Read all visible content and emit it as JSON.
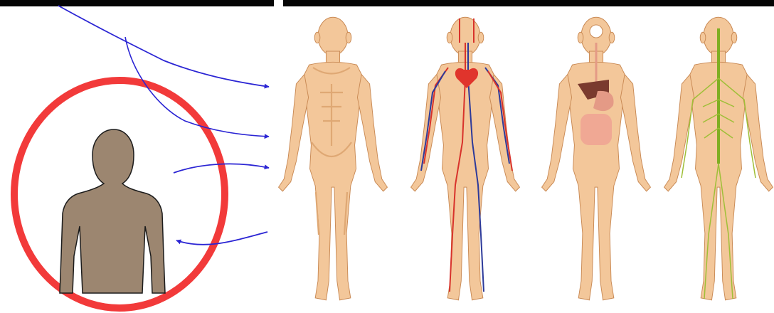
{
  "colors": {
    "background": "#ffffff",
    "top_bar": "#050505",
    "circle": "#f23a3a",
    "silhouette_fill": "#9c8670",
    "silhouette_stroke": "#1c1c1c",
    "arrow": "#2b25d4",
    "skin": "#f3c79a",
    "skin_shadow": "#dfa874",
    "skin_outline": "#c98a55",
    "artery": "#d8322b",
    "vein": "#2d3a9a",
    "heart": "#e0342c",
    "liver": "#7a3a2e",
    "stomach": "#e49a86",
    "intestine": "#f0a894",
    "brain": "#ffffff",
    "nerve": "#9fbf38",
    "spine": "#7fae22"
  },
  "diagram": {
    "left_panel": {
      "circle": "outline-ring",
      "silhouette": "person-silhouette-icon"
    },
    "arrows": [
      {
        "direction": "to-figure",
        "curve": "down-right"
      },
      {
        "direction": "to-figure",
        "curve": "down-right"
      },
      {
        "direction": "to-figure",
        "curve": "arc"
      },
      {
        "direction": "to-silhouette",
        "curve": "arc"
      }
    ],
    "figures": [
      {
        "system": "muscular",
        "icon": "muscular-system-figure"
      },
      {
        "system": "circulatory",
        "icon": "circulatory-system-figure"
      },
      {
        "system": "digestive",
        "icon": "digestive-system-figure"
      },
      {
        "system": "nervous",
        "icon": "nervous-system-figure"
      }
    ]
  }
}
